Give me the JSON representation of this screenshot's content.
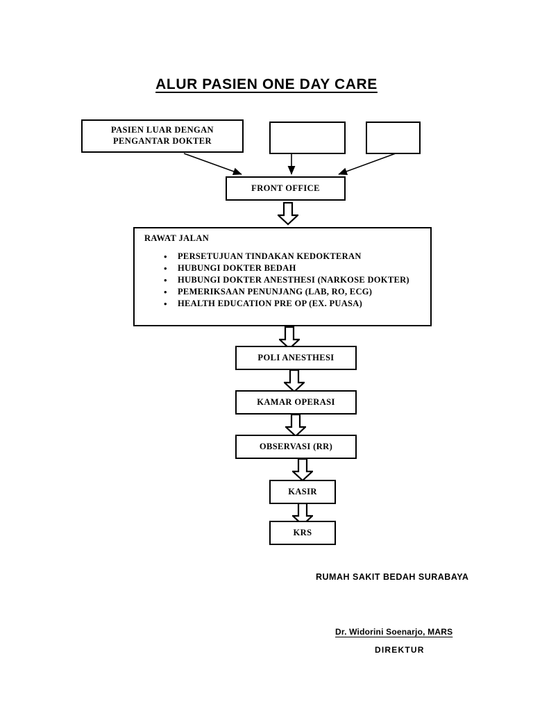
{
  "document": {
    "title": "ALUR PASIEN ONE DAY CARE"
  },
  "flow": {
    "top_row": [
      {
        "id": "pasien-luar",
        "label": "PASIEN LUAR DENGAN PENGANTAR DOKTER"
      },
      {
        "id": "empty-1",
        "label": ""
      },
      {
        "id": "empty-2",
        "label": ""
      }
    ],
    "front_office": {
      "label": "FRONT OFFICE"
    },
    "rawat_jalan": {
      "heading": "RAWAT JALAN",
      "items": [
        "PERSETUJUAN TINDAKAN KEDOKTERAN",
        "HUBUNGI DOKTER BEDAH",
        "HUBUNGI DOKTER ANESTHESI (NARKOSE DOKTER)",
        "PEMERIKSAAN PENUNJANG (LAB, RO, ECG)",
        "HEALTH EDUCATION PRE OP (EX. PUASA)"
      ],
      "bullet_glyph": "•"
    },
    "chain": [
      {
        "id": "poli-anesthesi",
        "label": "POLI ANESTHESI"
      },
      {
        "id": "kamar-operasi",
        "label": "KAMAR OPERASI"
      },
      {
        "id": "observasi",
        "label": "OBSERVASI (RR)"
      },
      {
        "id": "kasir",
        "label": "KASIR"
      },
      {
        "id": "krs",
        "label": "KRS"
      }
    ]
  },
  "footer": {
    "organization": "RUMAH SAKIT BEDAH SURABAYA",
    "signature_name": "Dr. Widorini Soenarjo, MARS",
    "signature_role": "DIREKTUR"
  },
  "colors": {
    "ink": "#000000",
    "paper": "#ffffff"
  }
}
